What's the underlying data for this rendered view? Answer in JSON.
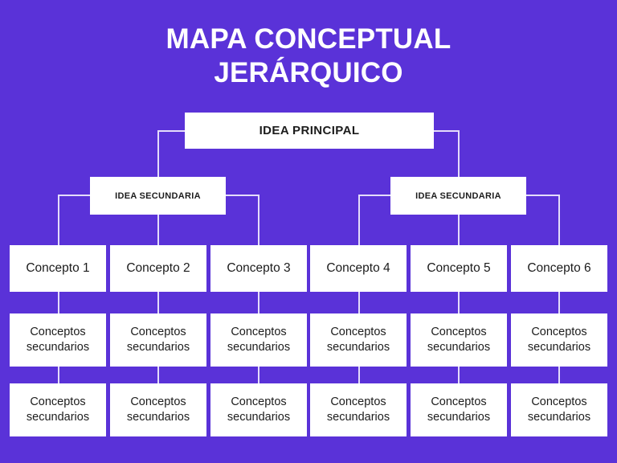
{
  "page": {
    "background_color": "#5a32d8",
    "box_fill_color": "#ffffff",
    "connector_color": "#e4dcfa",
    "text_color": "#1c1c1c",
    "title_color": "#ffffff"
  },
  "title": {
    "line1": "MAPA CONCEPTUAL",
    "line2": "JERÁRQUICO"
  },
  "diagram": {
    "main_idea": {
      "label": "IDEA PRINCIPAL"
    },
    "secondary_ideas": [
      {
        "label": "IDEA SECUNDARIA"
      },
      {
        "label": "IDEA SECUNDARIA"
      }
    ],
    "concepts": [
      {
        "label": "Concepto 1"
      },
      {
        "label": "Concepto 2"
      },
      {
        "label": "Concepto 3"
      },
      {
        "label": "Concepto 4"
      },
      {
        "label": "Concepto 5"
      },
      {
        "label": "Concepto 6"
      }
    ],
    "subconcepts_row1": [
      {
        "line1": "Conceptos",
        "line2": "secundarios"
      },
      {
        "line1": "Conceptos",
        "line2": "secundarios"
      },
      {
        "line1": "Conceptos",
        "line2": "secundarios"
      },
      {
        "line1": "Conceptos",
        "line2": "secundarios"
      },
      {
        "line1": "Conceptos",
        "line2": "secundarios"
      },
      {
        "line1": "Conceptos",
        "line2": "secundarios"
      }
    ],
    "subconcepts_row2": [
      {
        "line1": "Conceptos",
        "line2": "secundarios"
      },
      {
        "line1": "Conceptos",
        "line2": "secundarios"
      },
      {
        "line1": "Conceptos",
        "line2": "secundarios"
      },
      {
        "line1": "Conceptos",
        "line2": "secundarios"
      },
      {
        "line1": "Conceptos",
        "line2": "secundarios"
      },
      {
        "line1": "Conceptos",
        "line2": "secundarios"
      }
    ]
  }
}
